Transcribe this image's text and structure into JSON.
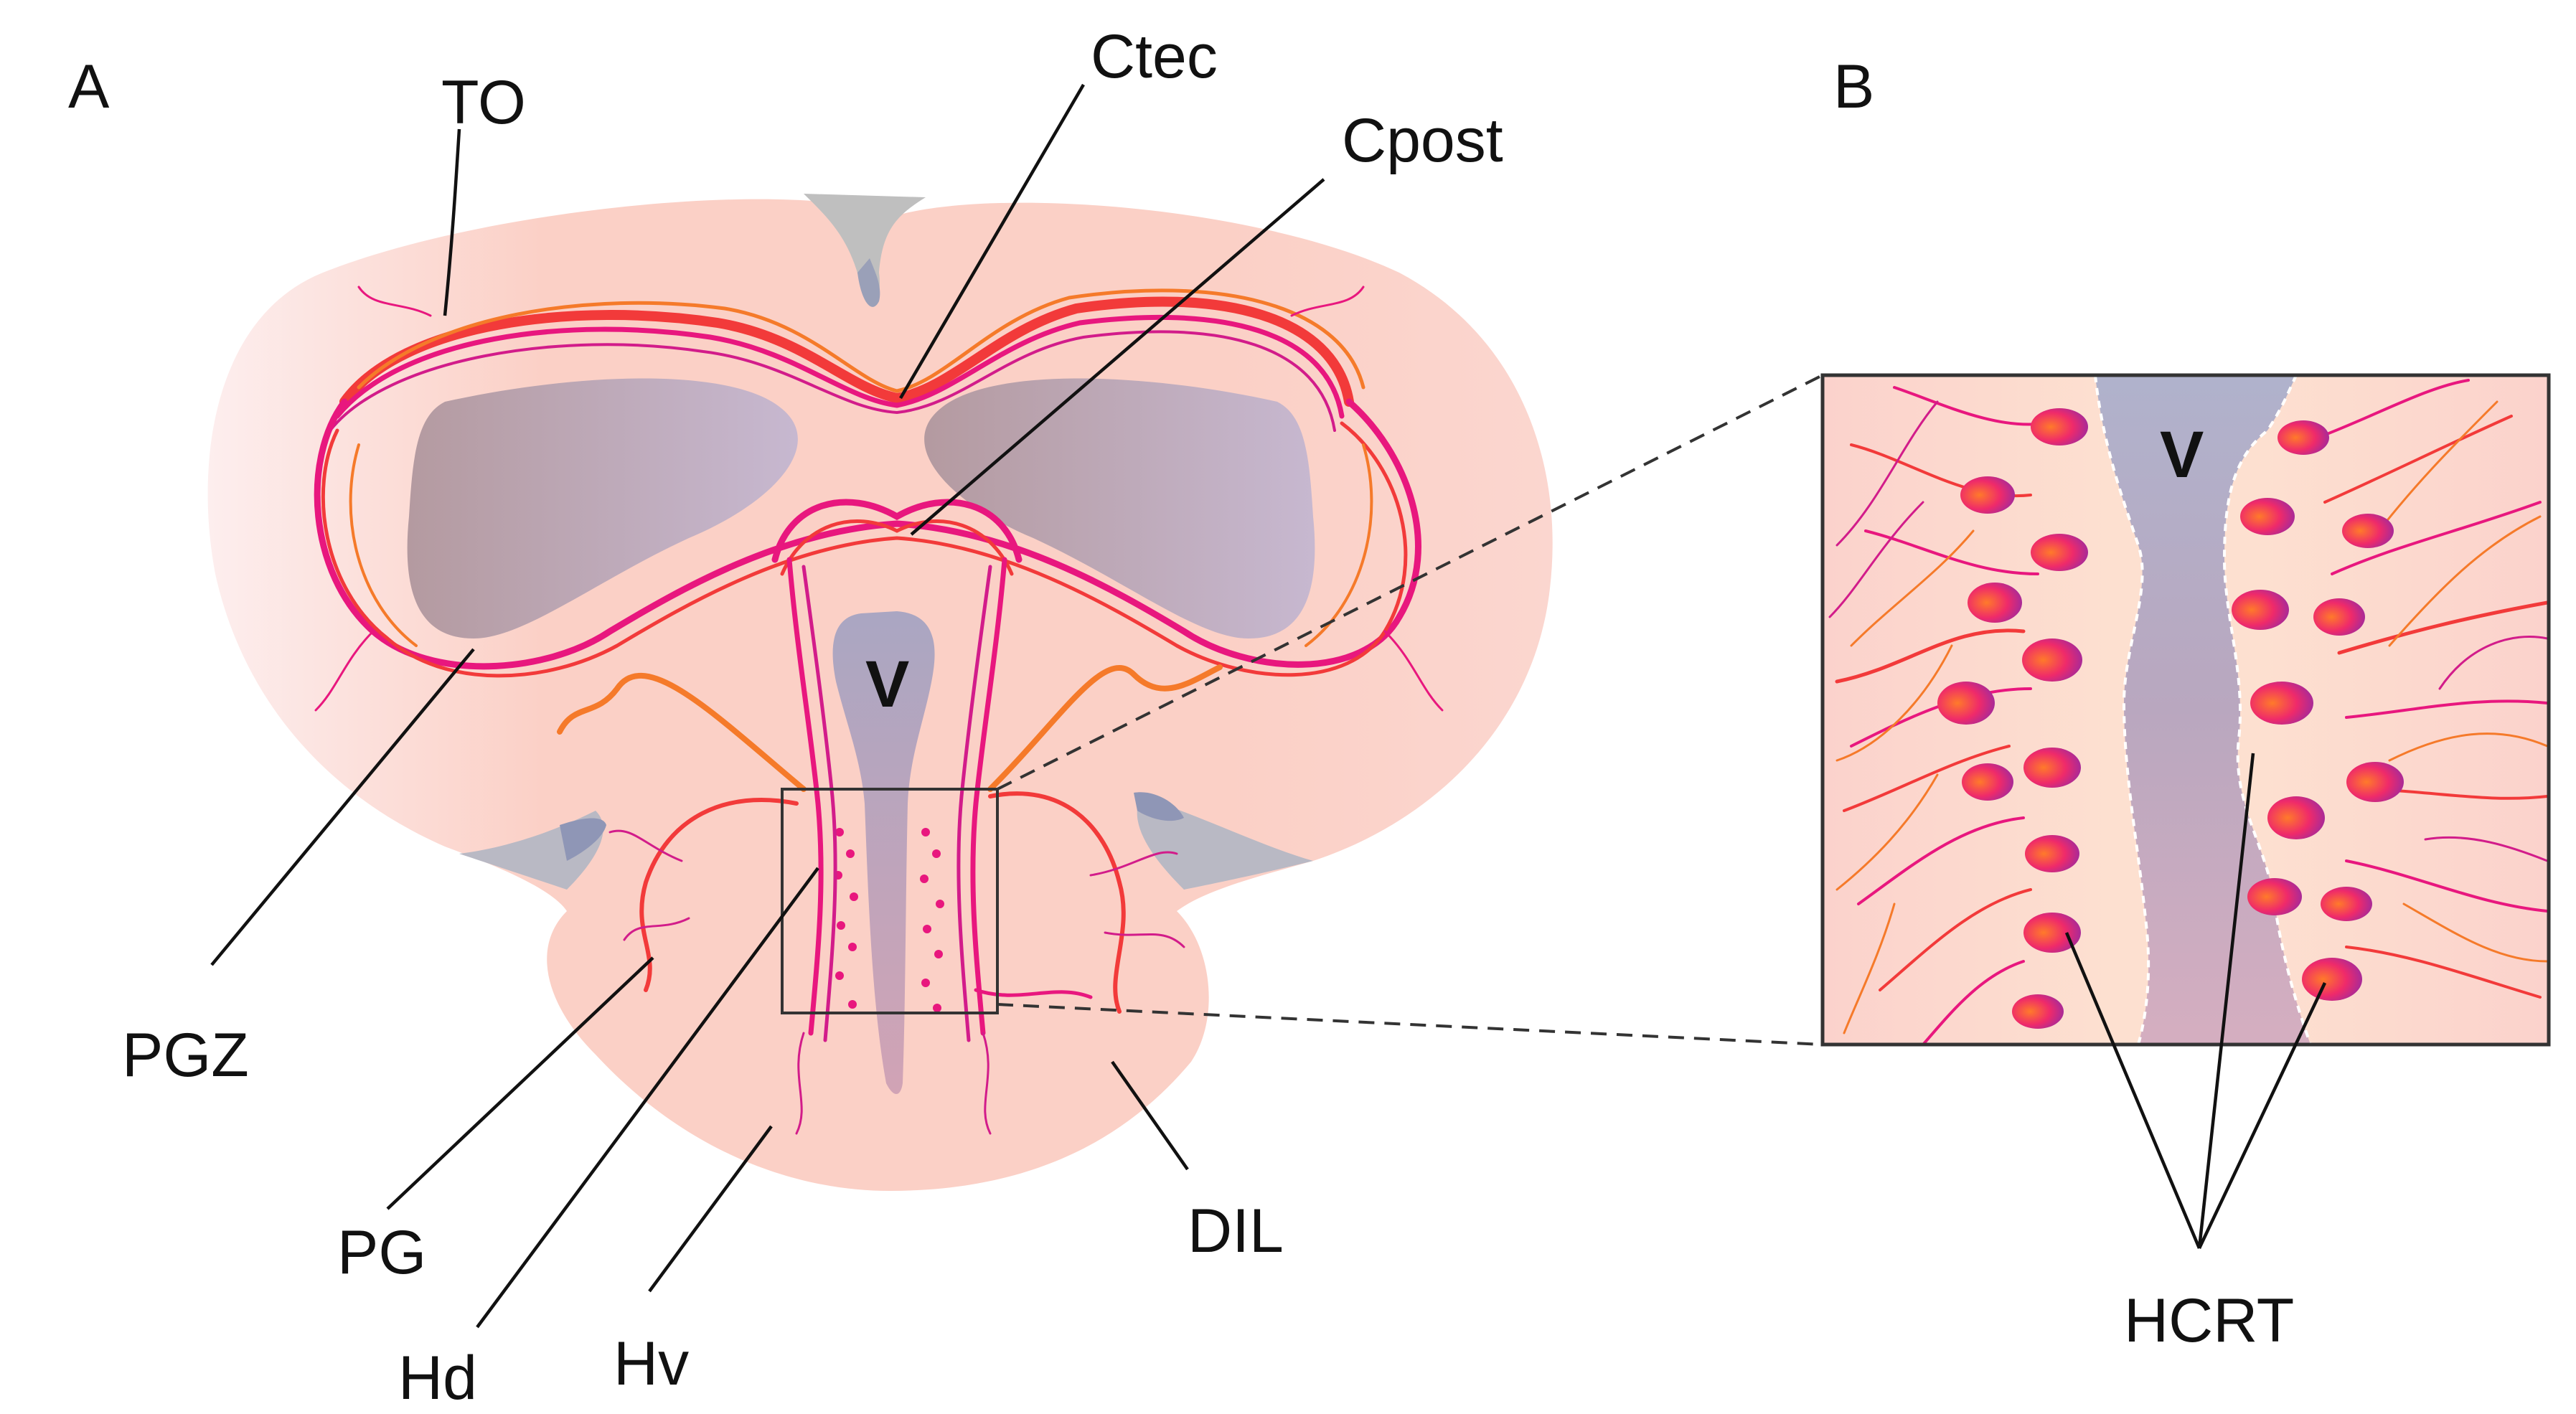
{
  "panels": {
    "a": {
      "letter": "A"
    },
    "b": {
      "letter": "B"
    }
  },
  "labels": {
    "to": "TO",
    "ctec": "Ctec",
    "cpost": "Cpost",
    "pgz": "PGZ",
    "pg": "PG",
    "hd": "Hd",
    "hv": "Hv",
    "dil": "DIL",
    "ventricle_a": "V",
    "ventricle_b": "V",
    "hcrt": "HCRT"
  },
  "colors": {
    "tissue": "#fbd3cc",
    "tissue_light": "#fde6df",
    "ventricle": "#b8b0cc",
    "ventricle_dark": "#8f8aa8",
    "fiber_magenta": "#e6187f",
    "fiber_red": "#f23a3a",
    "fiber_orange": "#f57a2a",
    "neuron_purple": "#a02a9a"
  },
  "icons": {
    "hcrt_neuron": "neuron-soma-icon",
    "fiber": "axon-fiber-icon"
  }
}
